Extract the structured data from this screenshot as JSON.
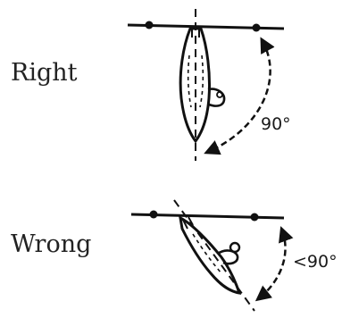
{
  "panels": {
    "right": {
      "label": "Right",
      "angle": "90°"
    },
    "wrong": {
      "label": "Wrong",
      "angle": "<90°"
    }
  },
  "colors": {
    "ink": "#111111",
    "text": "#222222",
    "background": "#ffffff"
  }
}
